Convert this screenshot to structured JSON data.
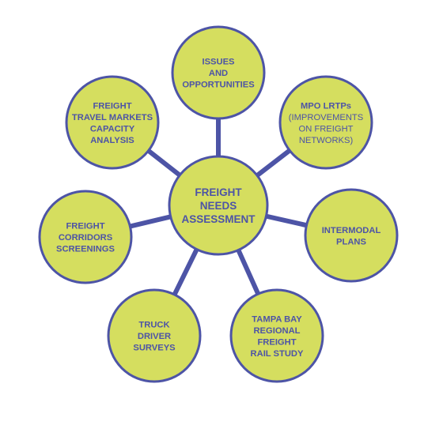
{
  "diagram": {
    "colors": {
      "node_fill": "#d5de5f",
      "node_stroke": "#4d54a6",
      "connector": "#4d54a6",
      "text": "#4d54a6"
    },
    "center": {
      "lines": [
        {
          "text": "FREIGHT",
          "weight": "bold"
        },
        {
          "text": "NEEDS",
          "weight": "bold"
        },
        {
          "text": "ASSESSMENT",
          "weight": "bold"
        }
      ]
    },
    "nodes": [
      {
        "id": "issues-opportunities",
        "lines": [
          {
            "text": "ISSUES",
            "weight": "bold"
          },
          {
            "text": "AND",
            "weight": "bold"
          },
          {
            "text": "OPPORTUNITIES",
            "weight": "bold"
          }
        ]
      },
      {
        "id": "mpo-lrtps",
        "lines": [
          {
            "text": "MPO LRTPs",
            "weight": "bold"
          },
          {
            "text": "(IMPROVEMENTS",
            "weight": "normal"
          },
          {
            "text": "ON FREIGHT",
            "weight": "normal"
          },
          {
            "text": "NETWORKS)",
            "weight": "normal"
          }
        ]
      },
      {
        "id": "intermodal-plans",
        "lines": [
          {
            "text": "INTERMODAL",
            "weight": "bold"
          },
          {
            "text": "PLANS",
            "weight": "bold"
          }
        ]
      },
      {
        "id": "tampa-bay-rail-study",
        "lines": [
          {
            "text": "TAMPA BAY",
            "weight": "bold"
          },
          {
            "text": "REGIONAL",
            "weight": "bold"
          },
          {
            "text": "FREIGHT",
            "weight": "bold"
          },
          {
            "text": "RAIL STUDY",
            "weight": "bold"
          }
        ]
      },
      {
        "id": "truck-driver-surveys",
        "lines": [
          {
            "text": "TRUCK",
            "weight": "bold"
          },
          {
            "text": "DRIVER",
            "weight": "bold"
          },
          {
            "text": "SURVEYS",
            "weight": "bold"
          }
        ]
      },
      {
        "id": "freight-corridors-screenings",
        "lines": [
          {
            "text": "FREIGHT",
            "weight": "bold"
          },
          {
            "text": "CORRIDORS",
            "weight": "bold"
          },
          {
            "text": "SCREENINGS",
            "weight": "bold"
          }
        ]
      },
      {
        "id": "freight-travel-markets",
        "lines": [
          {
            "text": "FREIGHT",
            "weight": "bold"
          },
          {
            "text": "TRAVEL MARKETS",
            "weight": "bold"
          },
          {
            "text": "CAPACITY",
            "weight": "bold"
          },
          {
            "text": "ANALYSIS",
            "weight": "bold"
          }
        ]
      }
    ]
  }
}
